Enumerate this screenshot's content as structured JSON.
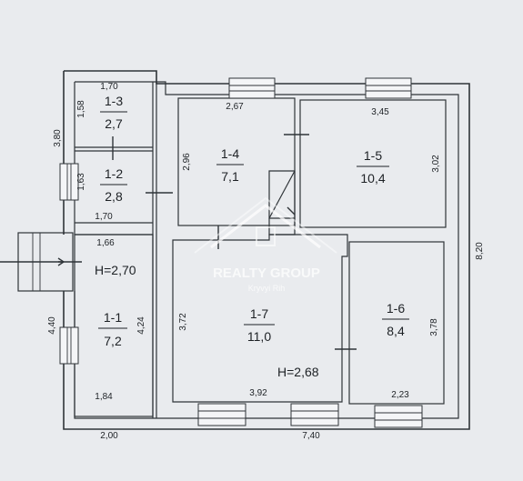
{
  "rooms": [
    {
      "id": "1-3",
      "area": "2,7"
    },
    {
      "id": "1-2",
      "area": "2,8"
    },
    {
      "id": "1-4",
      "area": "7,1"
    },
    {
      "id": "1-5",
      "area": "10,4"
    },
    {
      "id": "1-1",
      "area": "7,2"
    },
    {
      "id": "1-7",
      "area": "11,0"
    },
    {
      "id": "1-6",
      "area": "8,4"
    }
  ],
  "dimensions": {
    "d_1_70_top": "1,70",
    "d_2_67": "2,67",
    "d_3_45": "3,45",
    "d_3_80": "3,80",
    "d_1_58": "1,58",
    "d_1_63": "1,63",
    "d_2_96": "2,96",
    "d_3_02": "3,02",
    "d_1_70_mid": "1,70",
    "d_1_66": "1,66",
    "d_8_20": "8,20",
    "d_4_40": "4,40",
    "d_4_24": "4,24",
    "d_3_72": "3,72",
    "d_3_78": "3,78",
    "d_1_84": "1,84",
    "d_3_92": "3,92",
    "d_2_23": "2,23",
    "d_2_00": "2,00",
    "d_7_40": "7,40"
  },
  "heights": {
    "h_left": "H=2,70",
    "h_right": "H=2,68"
  },
  "watermark": {
    "name": "REALTY GROUP",
    "city": "Kryvyi Rih"
  },
  "colors": {
    "background": "#e9ebee",
    "lines": "#2f3438",
    "text": "#1d2125"
  }
}
